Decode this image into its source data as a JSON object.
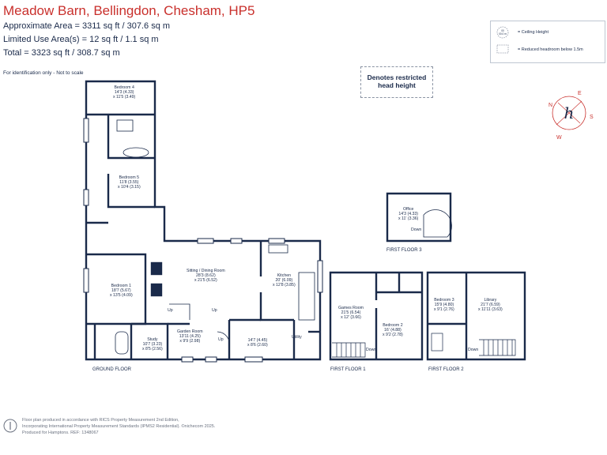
{
  "header": {
    "title": "Meadow Barn, Bellingdon, Chesham, HP5",
    "approx_area": "Approximate Area = 3311 sq ft / 307.6  sq m",
    "limited_area": "Limited Use Area(s) = 12  sq ft / 1.1  sq m",
    "total": "Total = 3323 sq ft / 308.7 sq m",
    "identification": "For identification only - Not to scale"
  },
  "legend": {
    "ceiling_height": "= Ceiling Height",
    "reduced_headroom": "= Reduced headroom below 1.5m",
    "ceiling_symbol_text": "00\n00.0 m"
  },
  "restricted_note": {
    "line1": "Denotes restricted",
    "line2": "head height"
  },
  "compass": {
    "n": "N",
    "s": "S",
    "e": "E",
    "w": "W",
    "logo_letter": "h"
  },
  "floor_labels": {
    "ground": "GROUND FLOOR",
    "first1": "FIRST FLOOR 1",
    "first2": "FIRST FLOOR 2",
    "first3": "FIRST FLOOR 3"
  },
  "rooms": {
    "bedroom4": {
      "name": "Bedroom 4",
      "dims1": "14'3 (4.33)",
      "dims2": "x 11'5 (3.49)"
    },
    "bedroom5": {
      "name": "Bedroom 5",
      "dims1": "11'8 (3.55)",
      "dims2": "x 10'4 (3.15)"
    },
    "bedroom1": {
      "name": "Bedroom 1",
      "dims1": "18'7 (5.67)",
      "dims2": "x 13'5 (4.09)"
    },
    "sitting": {
      "name": "Sitting / Dining Room",
      "dims1": "28'3 (8.62)",
      "dims2": "x 21'5 (6.52)"
    },
    "kitchen": {
      "name": "Kitchen",
      "dims1": "20' (6.09)",
      "dims2": "x 12'8 (3.85)"
    },
    "study": {
      "name": "Study",
      "dims1": "10'7 (3.23)",
      "dims2": "x 8'5 (2.56)"
    },
    "garden": {
      "name": "Garden Room",
      "dims1": "13'11 (4.25)",
      "dims2": "x 9'9 (2.98)"
    },
    "room147": {
      "dims1": "14'7 (4.45)",
      "dims2": "x 8'6 (2.60)"
    },
    "utility": {
      "name": "Utility"
    },
    "office": {
      "name": "Office",
      "dims1": "14'3 (4.33)",
      "dims2": "x 11' (3.36)"
    },
    "games": {
      "name": "Games Room",
      "dims1": "21'5 (6.54)",
      "dims2": "x 12' (3.66)"
    },
    "bedroom2": {
      "name": "Bedroom 2",
      "dims1": "16' (4.88)",
      "dims2": "x 9'2 (2.78)"
    },
    "bedroom3": {
      "name": "Bedroom 3",
      "dims1": "15'9 (4.80)",
      "dims2": "x 9'1 (2.76)"
    },
    "library": {
      "name": "Library",
      "dims1": "21'7 (6.59)",
      "dims2": "x 11'11 (3.63)"
    }
  },
  "stair_labels": {
    "up1": "Up",
    "up2": "Up",
    "up3": "Up",
    "down_office": "Down",
    "down_first1": "Down",
    "down_first2": "Down"
  },
  "footer": {
    "line1": "Floor plan produced in accordance with RICS Property Measurement 2nd Edition,",
    "line2": "Incorporating International Property Measurement Standards (IPMS2 Residential).  ©nichecom 2025.",
    "line3": "Produced for Hamptons.    REF: 1348067"
  },
  "colors": {
    "wall": "#1a2a4a",
    "title": "#c9302c",
    "compass": "#c9302c"
  }
}
